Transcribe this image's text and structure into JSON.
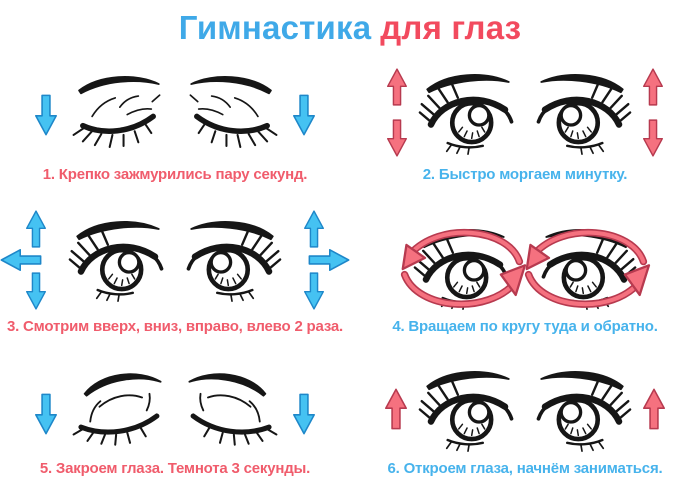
{
  "title": {
    "part1": "Гимнастика",
    "part2": "для глаз"
  },
  "colors": {
    "background": "#ffffff",
    "title_blue": "#3fa9e8",
    "title_pink": "#f24a5e",
    "caption_pink": "#f05c6c",
    "caption_blue": "#47b3ec",
    "arrow_blue_fill": "#45c2f2",
    "arrow_blue_stroke": "#1e87c9",
    "arrow_pink_fill": "#f5717f",
    "arrow_pink_stroke": "#b73a4f",
    "line_art": "#161616"
  },
  "exercises": [
    {
      "caption": "1. Крепко зажмурились пару секунд.",
      "accent": "pink",
      "eyes": "squeezed-shut",
      "arrows": "down-both-sides"
    },
    {
      "caption": "2. Быстро моргаем минутку.",
      "accent": "blue",
      "eyes": "open",
      "arrows": "up-down-both-sides"
    },
    {
      "caption": "3. Смотрим вверх, вниз, вправо, влево 2 раза.",
      "accent": "pink",
      "eyes": "open",
      "arrows": "up-down-left-right"
    },
    {
      "caption": "4. Вращаем по кругу туда и обратно.",
      "accent": "blue",
      "eyes": "open",
      "arrows": "circular-rotation"
    },
    {
      "caption": "5. Закроем глаза. Темнота 3 секунды.",
      "accent": "pink",
      "eyes": "closed-relaxed",
      "arrows": "down-both-sides"
    },
    {
      "caption": "6. Откроем глаза, начнём заниматься.",
      "accent": "blue",
      "eyes": "open",
      "arrows": "up-both-sides"
    }
  ]
}
